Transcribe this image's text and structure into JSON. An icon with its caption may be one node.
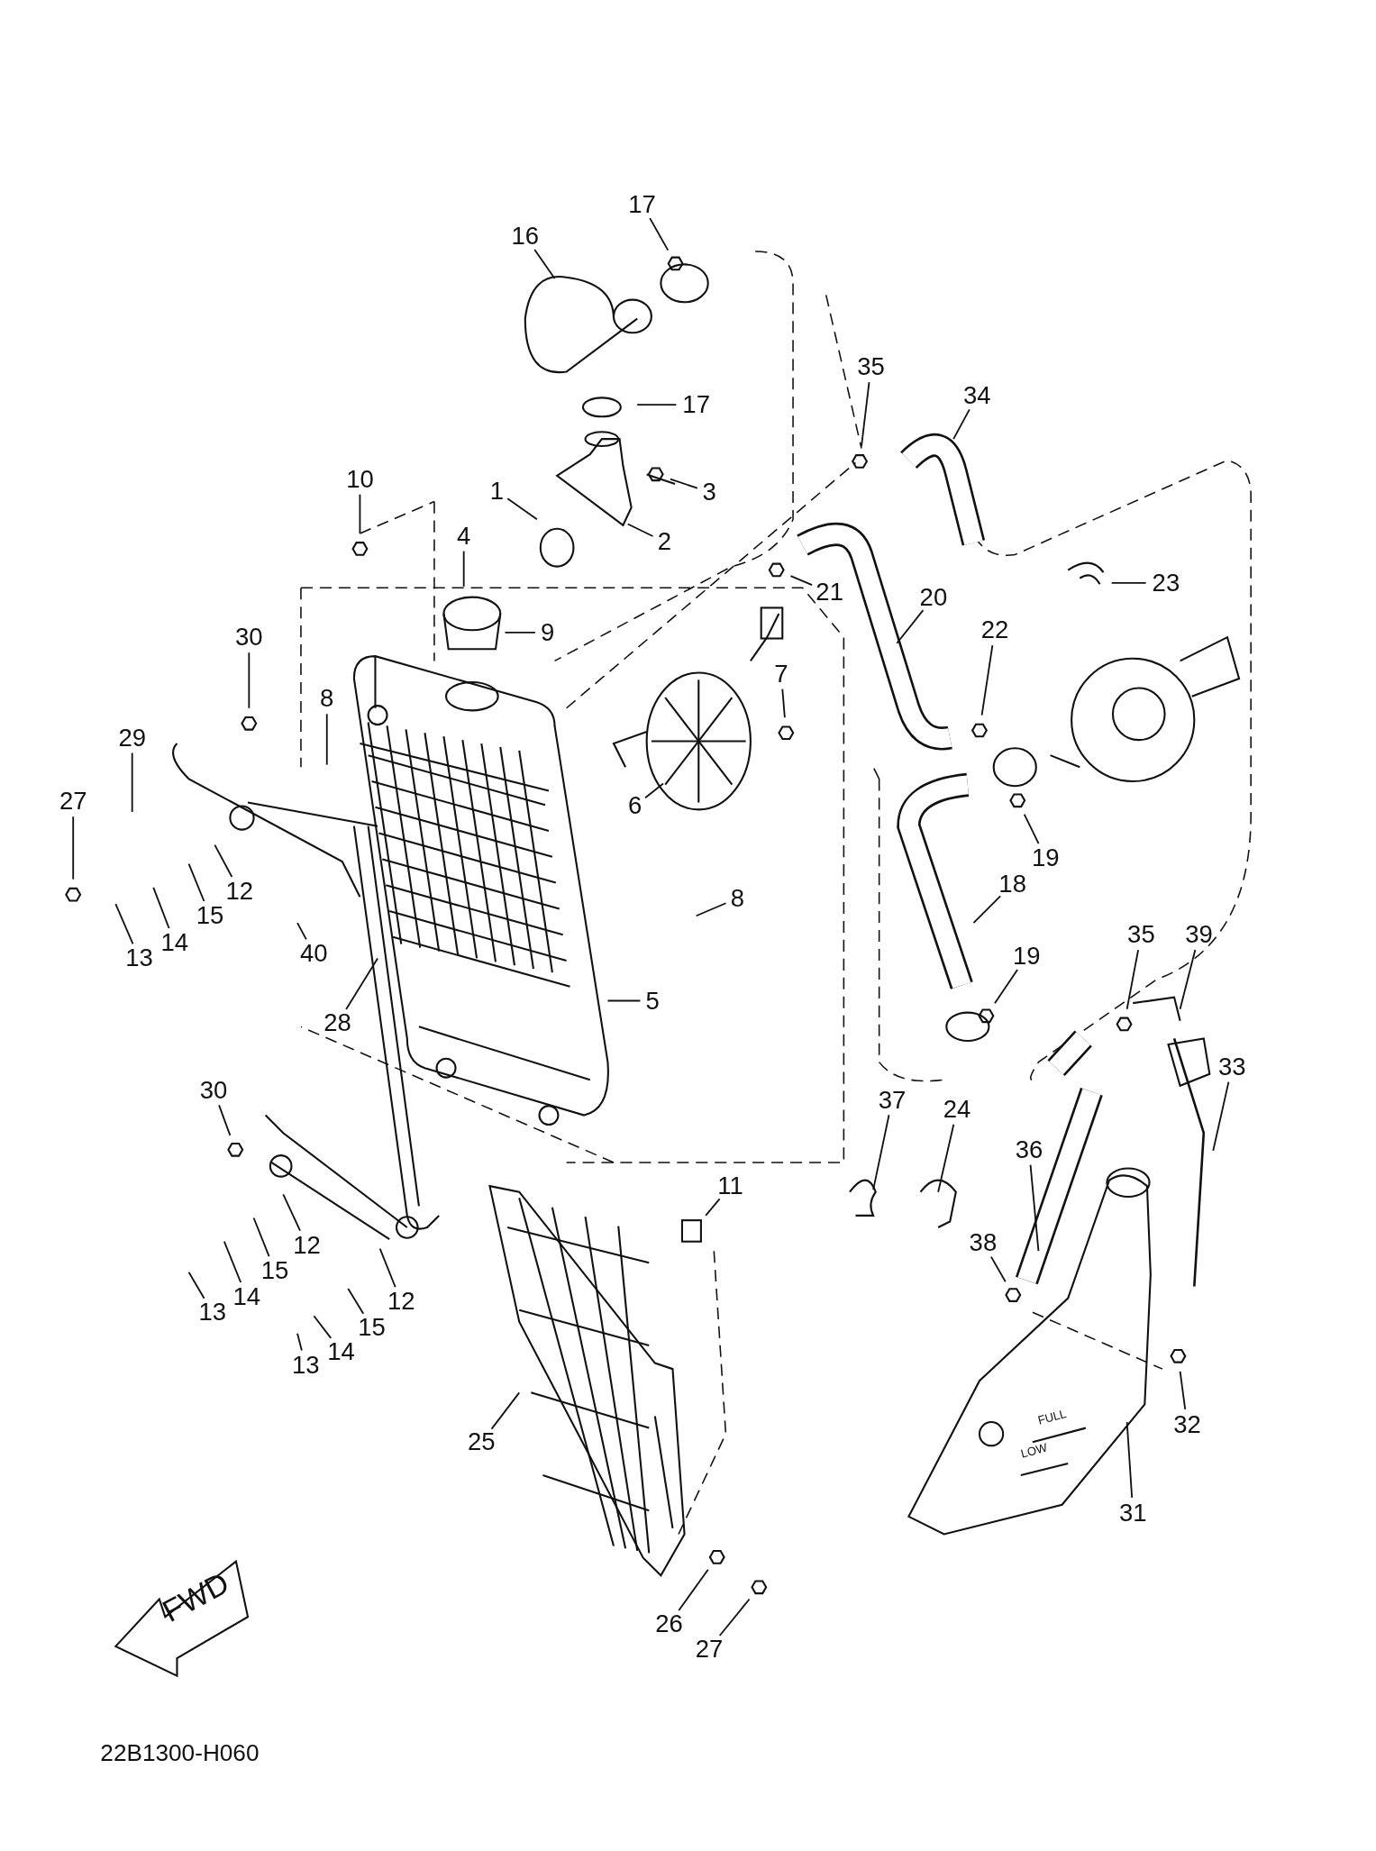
{
  "diagram": {
    "nodes": [
      {
        "text": [
          "17"
        ]
      },
      {
        "text": [
          "16"
        ]
      },
      {
        "text": [
          "17"
        ]
      },
      {
        "text": [
          "35"
        ]
      },
      {
        "text": [
          "34"
        ]
      },
      {
        "text": [
          "10"
        ]
      },
      {
        "text": [
          "1"
        ]
      },
      {
        "text": [
          "3"
        ]
      },
      {
        "text": [
          "2"
        ]
      },
      {
        "text": [
          "4"
        ]
      },
      {
        "text": [
          "23"
        ]
      },
      {
        "text": [
          "21"
        ]
      },
      {
        "text": [
          "20"
        ]
      },
      {
        "text": [
          "9"
        ]
      },
      {
        "text": [
          "22"
        ]
      },
      {
        "text": [
          "30"
        ]
      },
      {
        "text": [
          "7"
        ]
      },
      {
        "text": [
          "8"
        ]
      },
      {
        "text": [
          "29"
        ]
      },
      {
        "text": [
          "27"
        ]
      },
      {
        "text": [
          "6"
        ]
      },
      {
        "text": [
          "19"
        ]
      },
      {
        "text": [
          "12"
        ]
      },
      {
        "text": [
          "18"
        ]
      },
      {
        "text": [
          "15"
        ]
      },
      {
        "text": [
          "8"
        ]
      },
      {
        "text": [
          "14"
        ]
      },
      {
        "text": [
          "40"
        ]
      },
      {
        "text": [
          "19"
        ]
      },
      {
        "text": [
          "13"
        ]
      },
      {
        "text": [
          "35"
        ]
      },
      {
        "text": [
          "39"
        ]
      },
      {
        "text": [
          "5"
        ]
      },
      {
        "text": [
          "28"
        ]
      },
      {
        "text": [
          "33"
        ]
      },
      {
        "text": [
          "30"
        ]
      },
      {
        "text": [
          "37"
        ]
      },
      {
        "text": [
          "24"
        ]
      },
      {
        "text": [
          "36"
        ]
      },
      {
        "text": [
          "11"
        ]
      },
      {
        "text": [
          "12"
        ]
      },
      {
        "text": [
          "38"
        ]
      },
      {
        "text": [
          "15"
        ]
      },
      {
        "text": [
          "14"
        ]
      },
      {
        "text": [
          "12"
        ]
      },
      {
        "text": [
          "13"
        ]
      },
      {
        "text": [
          "15"
        ]
      },
      {
        "text": [
          "14"
        ]
      },
      {
        "text": [
          "13"
        ]
      },
      {
        "text": [
          "32"
        ]
      },
      {
        "text": [
          "25"
        ]
      },
      {
        "text": [
          "31"
        ]
      },
      {
        "text": [
          "26"
        ]
      },
      {
        "text": [
          "27"
        ]
      }
    ],
    "edges": [
      {
        "from": 0,
        "to": null,
        "arrow": "none"
      },
      {
        "from": 1,
        "to": null,
        "arrow": "none"
      },
      {
        "from": 2,
        "to": null,
        "arrow": "none"
      },
      {
        "from": 3,
        "to": null,
        "arrow": "none"
      },
      {
        "from": 4,
        "to": null,
        "arrow": "none"
      },
      {
        "from": 5,
        "to": null,
        "arrow": "none"
      },
      {
        "from": 6,
        "to": null,
        "arrow": "none"
      },
      {
        "from": 7,
        "to": null,
        "arrow": "none"
      },
      {
        "from": 8,
        "to": null,
        "arrow": "none"
      },
      {
        "from": 9,
        "to": null,
        "arrow": "none"
      },
      {
        "from": 10,
        "to": null,
        "arrow": "none"
      },
      {
        "from": 11,
        "to": null,
        "arrow": "none"
      },
      {
        "from": 12,
        "to": null,
        "arrow": "none"
      },
      {
        "from": 13,
        "to": null,
        "arrow": "none"
      },
      {
        "from": 14,
        "to": null,
        "arrow": "none"
      },
      {
        "from": 15,
        "to": null,
        "arrow": "none"
      },
      {
        "from": 16,
        "to": null,
        "arrow": "none"
      },
      {
        "from": 17,
        "to": null,
        "arrow": "none"
      },
      {
        "from": 18,
        "to": null,
        "arrow": "none"
      },
      {
        "from": 19,
        "to": null,
        "arrow": "none"
      },
      {
        "from": 20,
        "to": null,
        "arrow": "none"
      },
      {
        "from": 21,
        "to": null,
        "arrow": "none"
      },
      {
        "from": 22,
        "to": null,
        "arrow": "none"
      },
      {
        "from": 23,
        "to": null,
        "arrow": "none"
      },
      {
        "from": 24,
        "to": null,
        "arrow": "none"
      },
      {
        "from": 25,
        "to": null,
        "arrow": "none"
      },
      {
        "from": 26,
        "to": null,
        "arrow": "none"
      },
      {
        "from": 27,
        "to": null,
        "arrow": "none"
      },
      {
        "from": 28,
        "to": null,
        "arrow": "none"
      },
      {
        "from": 29,
        "to": null,
        "arrow": "none"
      },
      {
        "from": 30,
        "to": null,
        "arrow": "none"
      },
      {
        "from": 31,
        "to": null,
        "arrow": "none"
      },
      {
        "from": 32,
        "to": null,
        "arrow": "none"
      },
      {
        "from": 33,
        "to": null,
        "arrow": "none"
      },
      {
        "from": 34,
        "to": null,
        "arrow": "none"
      },
      {
        "from": 35,
        "to": null,
        "arrow": "none"
      },
      {
        "from": 36,
        "to": null,
        "arrow": "none"
      },
      {
        "from": 37,
        "to": null,
        "arrow": "none"
      },
      {
        "from": 38,
        "to": null,
        "arrow": "none"
      },
      {
        "from": 39,
        "to": null,
        "arrow": "none"
      },
      {
        "from": 40,
        "to": null,
        "arrow": "none"
      },
      {
        "from": 41,
        "to": null,
        "arrow": "none"
      },
      {
        "from": 42,
        "to": null,
        "arrow": "none"
      },
      {
        "from": 43,
        "to": null,
        "arrow": "none"
      },
      {
        "from": 44,
        "to": null,
        "arrow": "none"
      },
      {
        "from": 45,
        "to": null,
        "arrow": "none"
      },
      {
        "from": 46,
        "to": null,
        "arrow": "none"
      },
      {
        "from": 47,
        "to": null,
        "arrow": "none"
      },
      {
        "from": 48,
        "to": null,
        "arrow": "none"
      },
      {
        "from": 49,
        "to": null,
        "arrow": "none"
      },
      {
        "from": 50,
        "to": null,
        "arrow": "none"
      },
      {
        "from": 51,
        "to": null,
        "arrow": "none"
      },
      {
        "from": 52,
        "to": null,
        "arrow": "none"
      },
      {
        "from": 53,
        "to": null,
        "arrow": "none"
      }
    ],
    "labels": [
      "FULL",
      "LOW",
      "FWD",
      "22B1300-H060"
    ]
  }
}
